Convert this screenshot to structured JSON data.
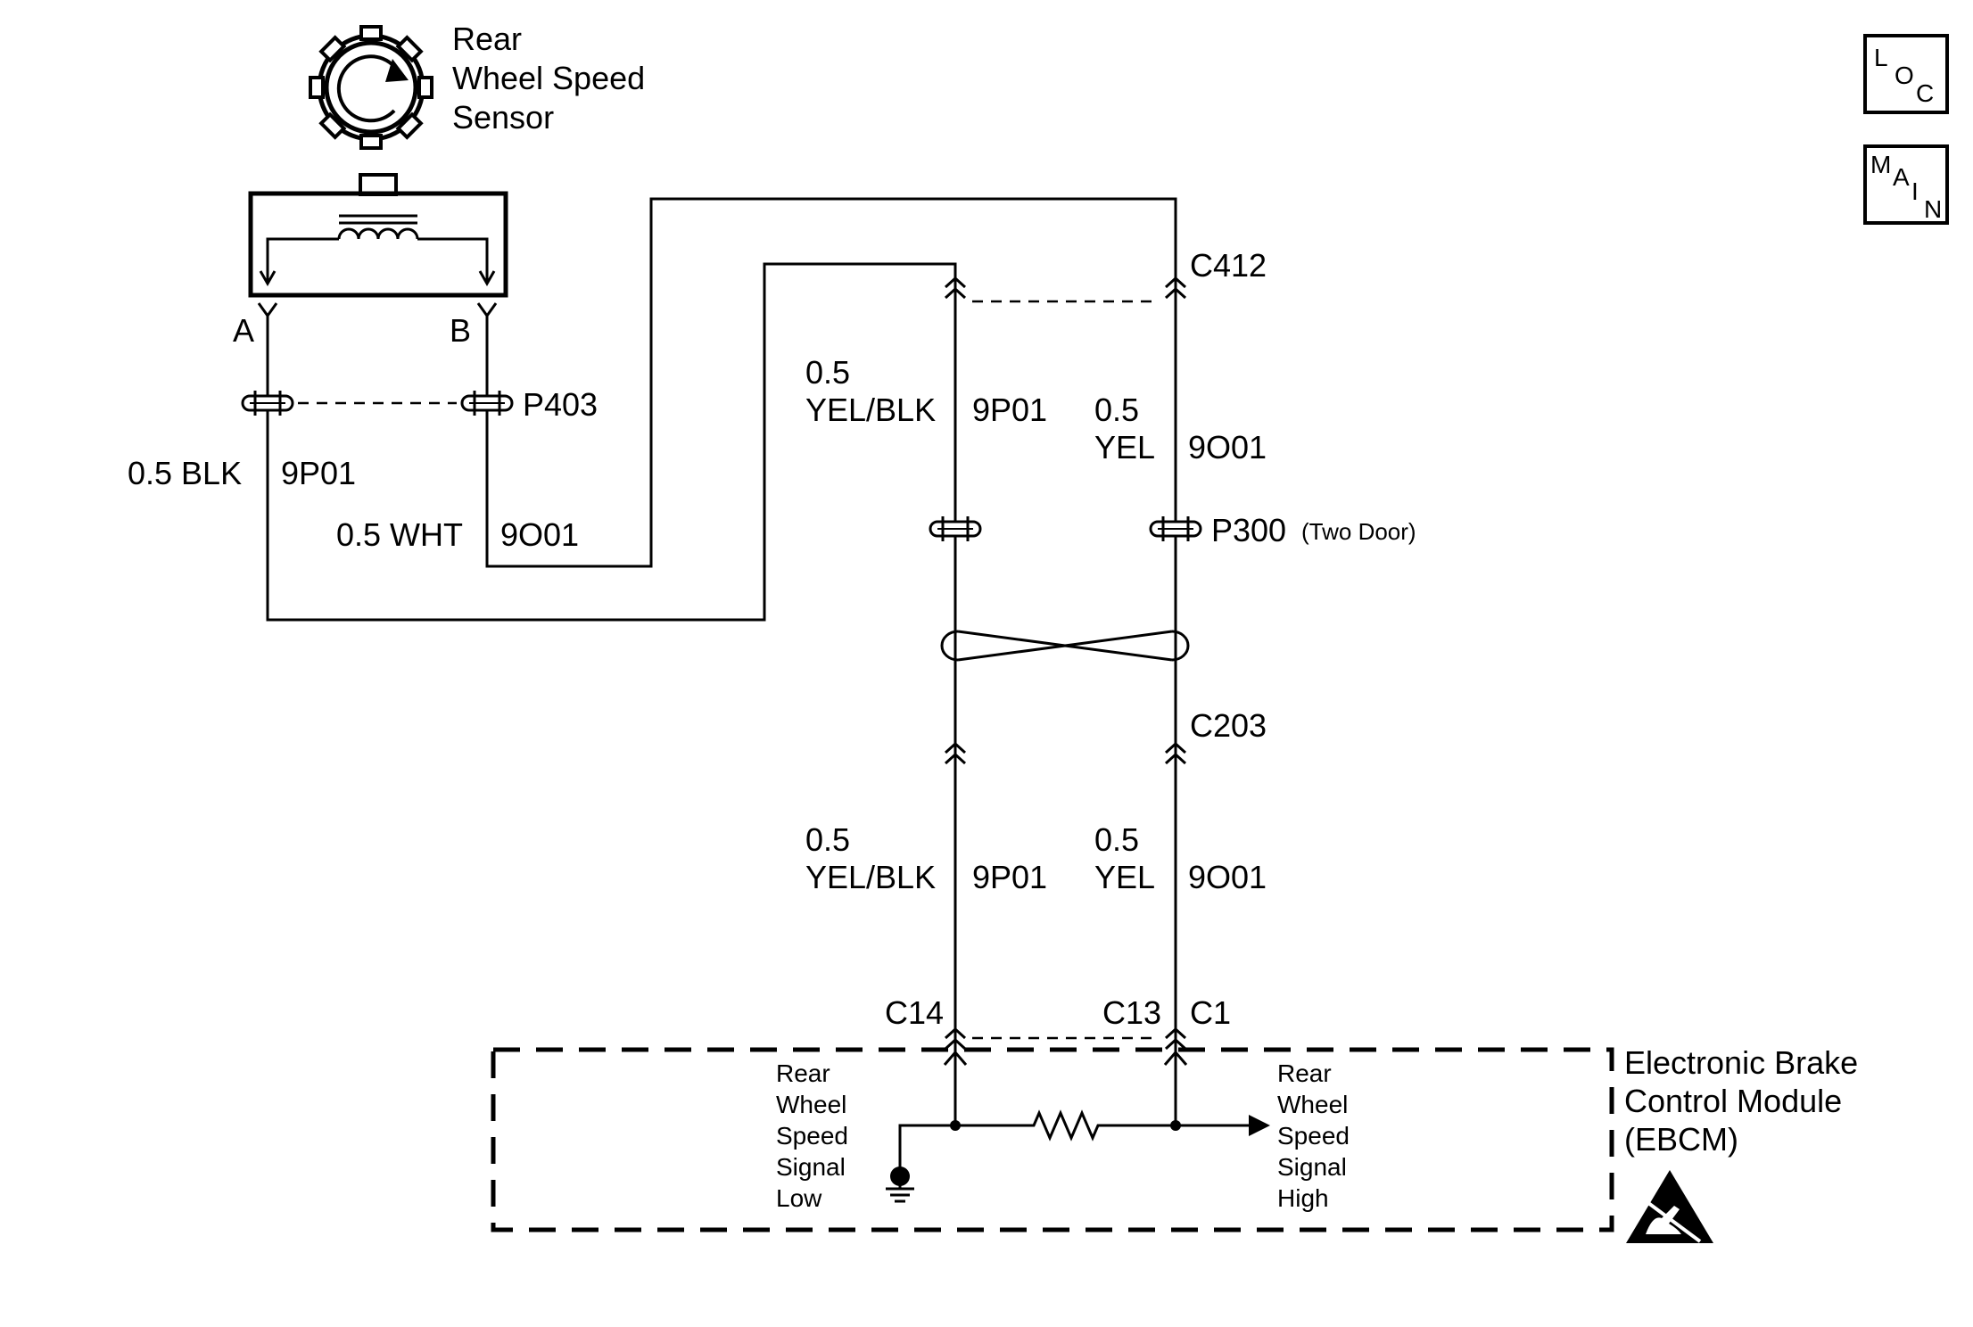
{
  "sensor": {
    "label_lines": [
      "Rear",
      "Wheel Speed",
      "Sensor"
    ],
    "terminal_a": "A",
    "terminal_b": "B"
  },
  "connectors": {
    "p403": "P403",
    "c412": "C412",
    "p300": "P300",
    "p300_note": "(Two Door)",
    "c203": "C203",
    "c14": "C14",
    "c13": "C13",
    "c1": "C1"
  },
  "wires": {
    "sensor_a": {
      "size_color": "0.5 BLK",
      "circuit": "9P01"
    },
    "sensor_b": {
      "size_color": "0.5 WHT",
      "circuit": "9O01"
    },
    "upper_low": {
      "size": "0.5",
      "color": "YEL/BLK",
      "circuit": "9P01"
    },
    "upper_high": {
      "size": "0.5",
      "color": "YEL",
      "circuit": "9O01"
    },
    "lower_low": {
      "size": "0.5",
      "color": "YEL/BLK",
      "circuit": "9P01"
    },
    "lower_high": {
      "size": "0.5",
      "color": "YEL",
      "circuit": "9O01"
    }
  },
  "ebcm": {
    "label_lines": [
      "Electronic Brake",
      "Control Module",
      "(EBCM)"
    ],
    "signal_low_lines": [
      "Rear",
      "Wheel",
      "Speed",
      "Signal",
      "Low"
    ],
    "signal_high_lines": [
      "Rear",
      "Wheel",
      "Speed",
      "Signal",
      "High"
    ]
  },
  "nav": {
    "loc": [
      "L",
      "O",
      "C"
    ],
    "main": [
      "M",
      "A",
      "I",
      "N"
    ]
  }
}
